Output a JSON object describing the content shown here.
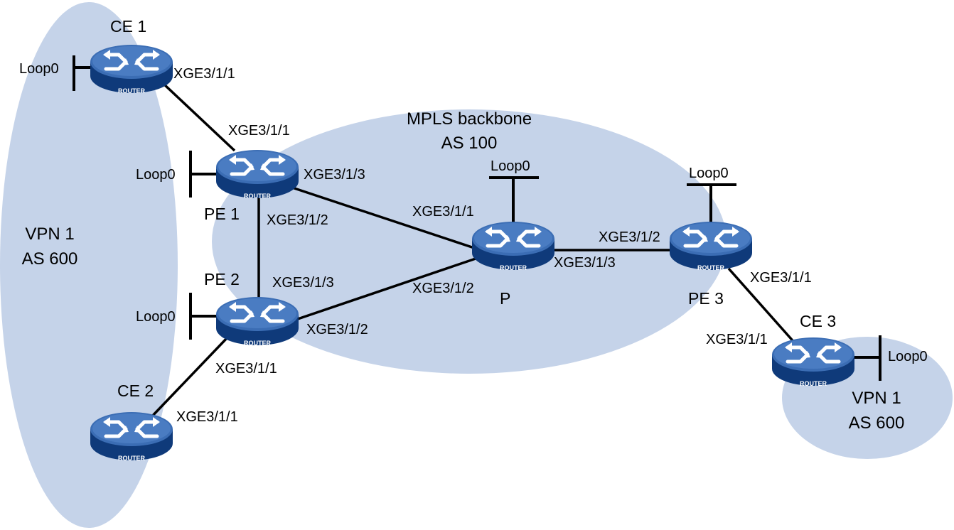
{
  "colors": {
    "area_fill": "#c5d3e9",
    "link": "#000000",
    "router_top": "#3b6db4",
    "router_side": "#0f3a7a",
    "router_icon": "#ffffff"
  },
  "areas": {
    "vpn1_left": {
      "line1": "VPN 1",
      "line2": "AS 600"
    },
    "mpls": {
      "line1": "MPLS backbone",
      "line2": "AS 100"
    },
    "vpn1_right": {
      "line1": "VPN 1",
      "line2": "AS 600"
    }
  },
  "router_badge": "ROUTER",
  "icon": "router-icon",
  "routers": {
    "ce1": {
      "name": "CE 1",
      "loopback": "Loop0"
    },
    "pe1": {
      "name": "PE 1",
      "loopback": "Loop0"
    },
    "pe2": {
      "name": "PE 2",
      "loopback": "Loop0"
    },
    "ce2": {
      "name": "CE 2"
    },
    "p": {
      "name": "P",
      "loopback": "Loop0"
    },
    "pe3": {
      "name": "PE 3",
      "loopback": "Loop0"
    },
    "ce3": {
      "name": "CE 3",
      "loopback": "Loop0"
    }
  },
  "interfaces": {
    "ce1_to_pe1": "XGE3/1/1",
    "pe1_to_ce1": "XGE3/1/1",
    "pe1_to_p": "XGE3/1/3",
    "pe1_to_pe2": "XGE3/1/2",
    "p_to_pe1": "XGE3/1/1",
    "pe2_to_pe1": "XGE3/1/3",
    "p_to_pe2": "XGE3/1/2",
    "pe2_to_p": "XGE3/1/2",
    "pe2_to_ce2": "XGE3/1/1",
    "ce2_to_pe2": "XGE3/1/1",
    "p_to_pe3": "XGE3/1/3",
    "pe3_to_p": "XGE3/1/2",
    "pe3_to_ce3": "XGE3/1/1",
    "ce3_to_pe3": "XGE3/1/1"
  }
}
